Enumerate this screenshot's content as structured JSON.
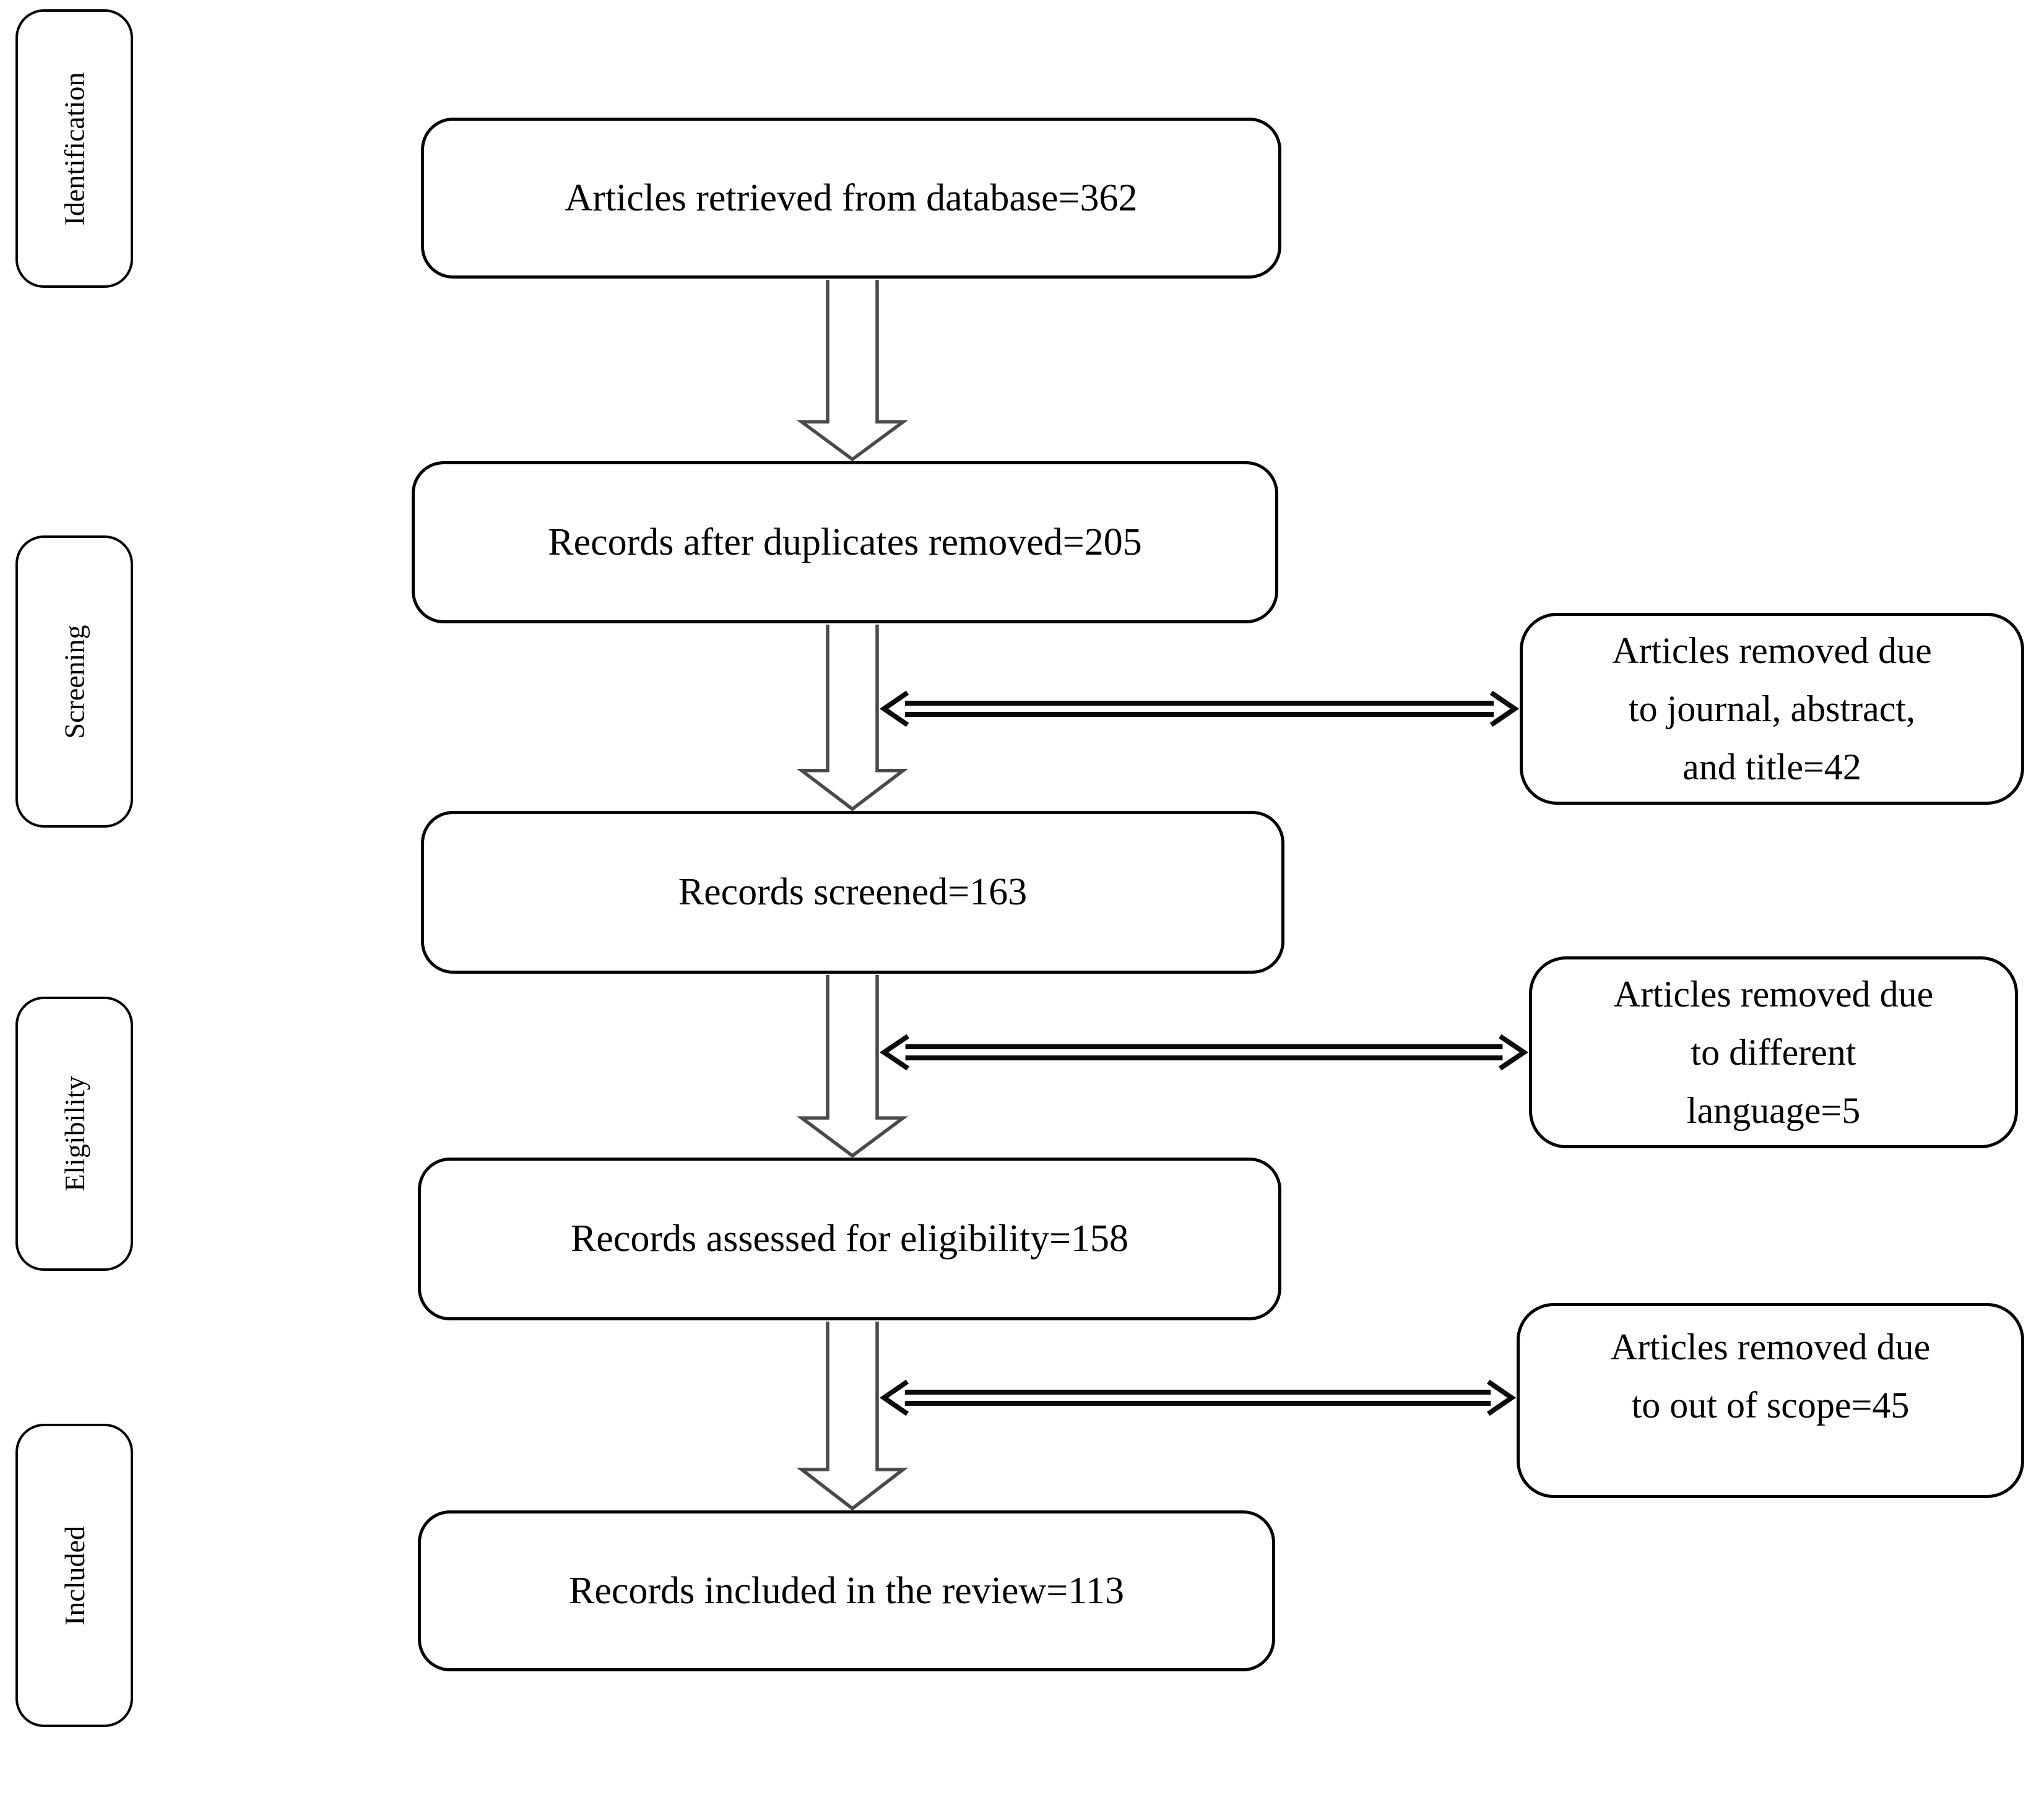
{
  "figure": {
    "background": "#ffffff",
    "stages": [
      "Identification",
      "Screening",
      "Eligibility",
      "Included"
    ],
    "flow": [
      "Articles retrieved from database=362",
      "Records after duplicates removed=205",
      "Records screened=163",
      "Records assessed for eligibility=158",
      "Records included in the review=113"
    ],
    "exclusions": [
      {
        "lines": [
          "Articles removed due",
          "to journal, abstract,",
          "and title=42"
        ]
      },
      {
        "lines": [
          "Articles removed due",
          "to different",
          "language=5"
        ]
      },
      {
        "lines": [
          "Articles removed due",
          "to out of scope=45"
        ]
      }
    ],
    "colors": {
      "box_border": "#000000",
      "vertical_arrow": "#4a4a4a",
      "horizontal_arrow": "#0a0a0a",
      "text": "#000000"
    }
  }
}
